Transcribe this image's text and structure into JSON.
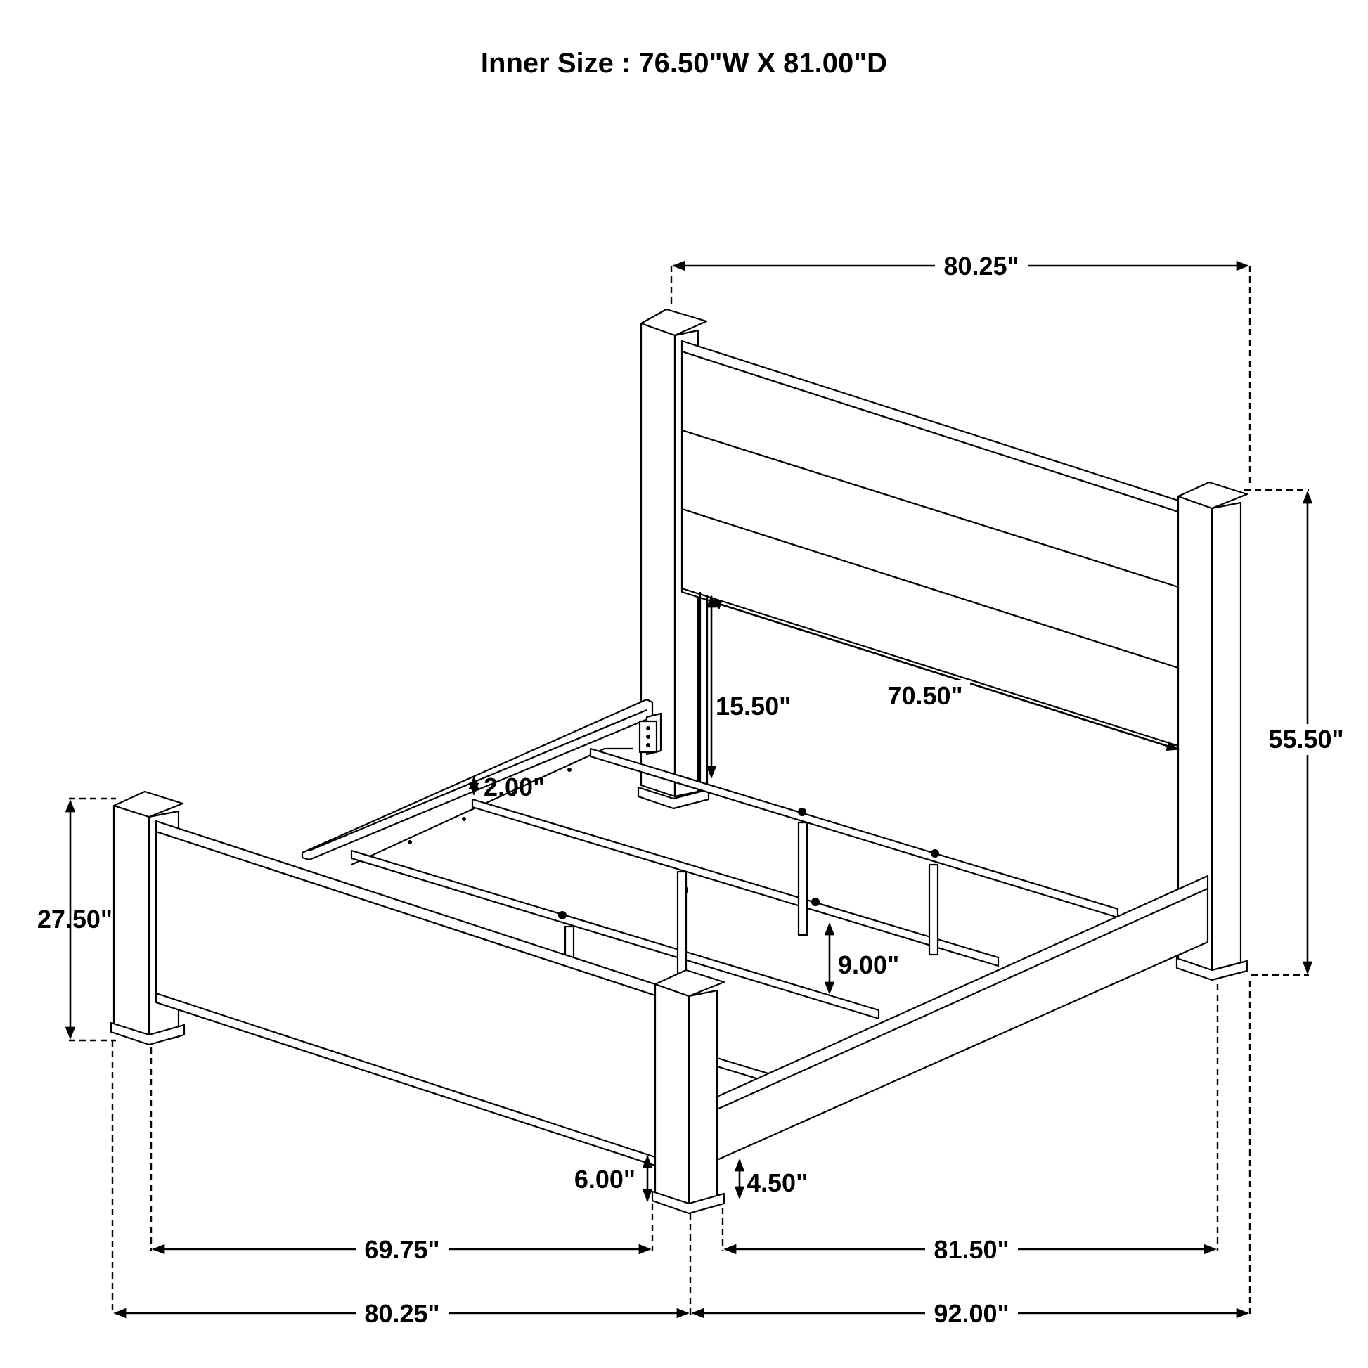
{
  "title": "Inner Size : 76.50\"W X 81.00\"D",
  "dimensions": {
    "headboard_width": "80.25\"",
    "headboard_height": "55.50\"",
    "headboard_panel_gap": "15.50\"",
    "headboard_inner_width": "70.50\"",
    "slat_spacing": "2.00\"",
    "rail_clearance": "9.00\"",
    "footboard_height": "27.50\"",
    "footboard_clearance": "6.00\"",
    "side_rail_clearance": "4.50\"",
    "footboard_inner_width": "69.75\"",
    "side_rail_length": "81.50\"",
    "overall_width": "80.25\"",
    "overall_length": "92.00\""
  }
}
